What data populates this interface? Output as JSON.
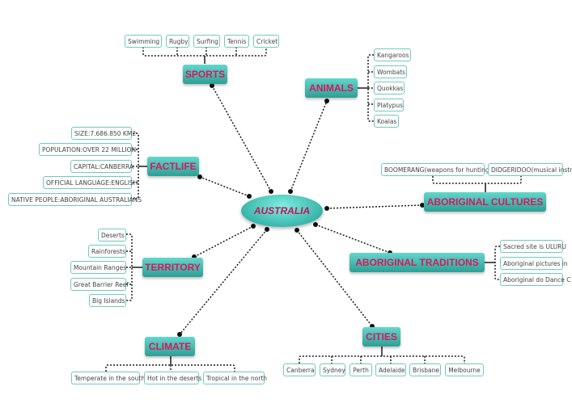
{
  "center": {
    "label": "AUSTRALIA"
  },
  "topics": {
    "sports": {
      "label": "SPORTS",
      "items": [
        "Swimming",
        "Rugby",
        "Surfing",
        "Tennis",
        "Cricket"
      ]
    },
    "animals": {
      "label": "ANIMALS",
      "items": [
        "Kangaroos",
        "Wombats",
        "Quokkas",
        "Platypus",
        "Koalas"
      ]
    },
    "factlife": {
      "label": "FACTLIFE",
      "items": [
        "SIZE:7.686.850 KM2",
        "POPULATION:OVER 22 MILLION",
        "CAPITAL:CANBERRA",
        "OFFICIAL LANGUAGE:ENGLISH",
        "NATIVE PEOPLE:ABORIGINAL AUSTRALIANS"
      ]
    },
    "aboriginal_cultures": {
      "label": "ABORIGINAL CULTURES",
      "items": [
        "BOOMERANG(weapons for hunting)",
        "DIDGERIDOO(musical instr"
      ]
    },
    "territory": {
      "label": "TERRITORY",
      "items": [
        "Deserts",
        "Rainforests",
        "Mountain Ranges",
        "Great Barrier Reef",
        "Big Islands"
      ]
    },
    "aboriginal_traditions": {
      "label": "ABORIGINAL TRADITIONS",
      "items": [
        "Sacred site is ULURU",
        "Aboriginal pictures in",
        "Aboriginal do Dance C"
      ]
    },
    "climate": {
      "label": "CLIMATE",
      "items": [
        "Temperate in the south",
        "Hot in the deserts",
        "Tropical in the north"
      ]
    },
    "cities": {
      "label": "CITIES",
      "items": [
        "Canberra",
        "Sydney",
        "Perth",
        "Adelaide",
        "Brisbane",
        "Melbourne"
      ]
    }
  }
}
